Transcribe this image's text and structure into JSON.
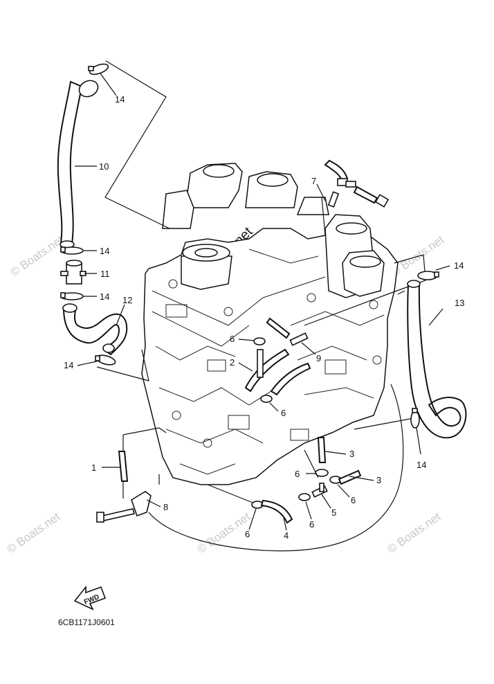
{
  "watermark": {
    "text": "© Boats.net"
  },
  "diagram_code": "6CB1171J0601",
  "fwd_label": "FWD",
  "callouts": {
    "c1": "1",
    "c2": "2",
    "c3a": "3",
    "c3b": "3",
    "c4": "4",
    "c5": "5",
    "c6a": "6",
    "c6b": "6",
    "c6c": "6",
    "c6d": "6",
    "c6e": "6",
    "c6f": "6",
    "c7": "7",
    "c8": "8",
    "c9": "9",
    "c10": "10",
    "c11": "11",
    "c12": "12",
    "c13": "13",
    "c14a": "14",
    "c14b": "14",
    "c14c": "14",
    "c14d": "14",
    "c14e": "14",
    "c14f": "14"
  }
}
